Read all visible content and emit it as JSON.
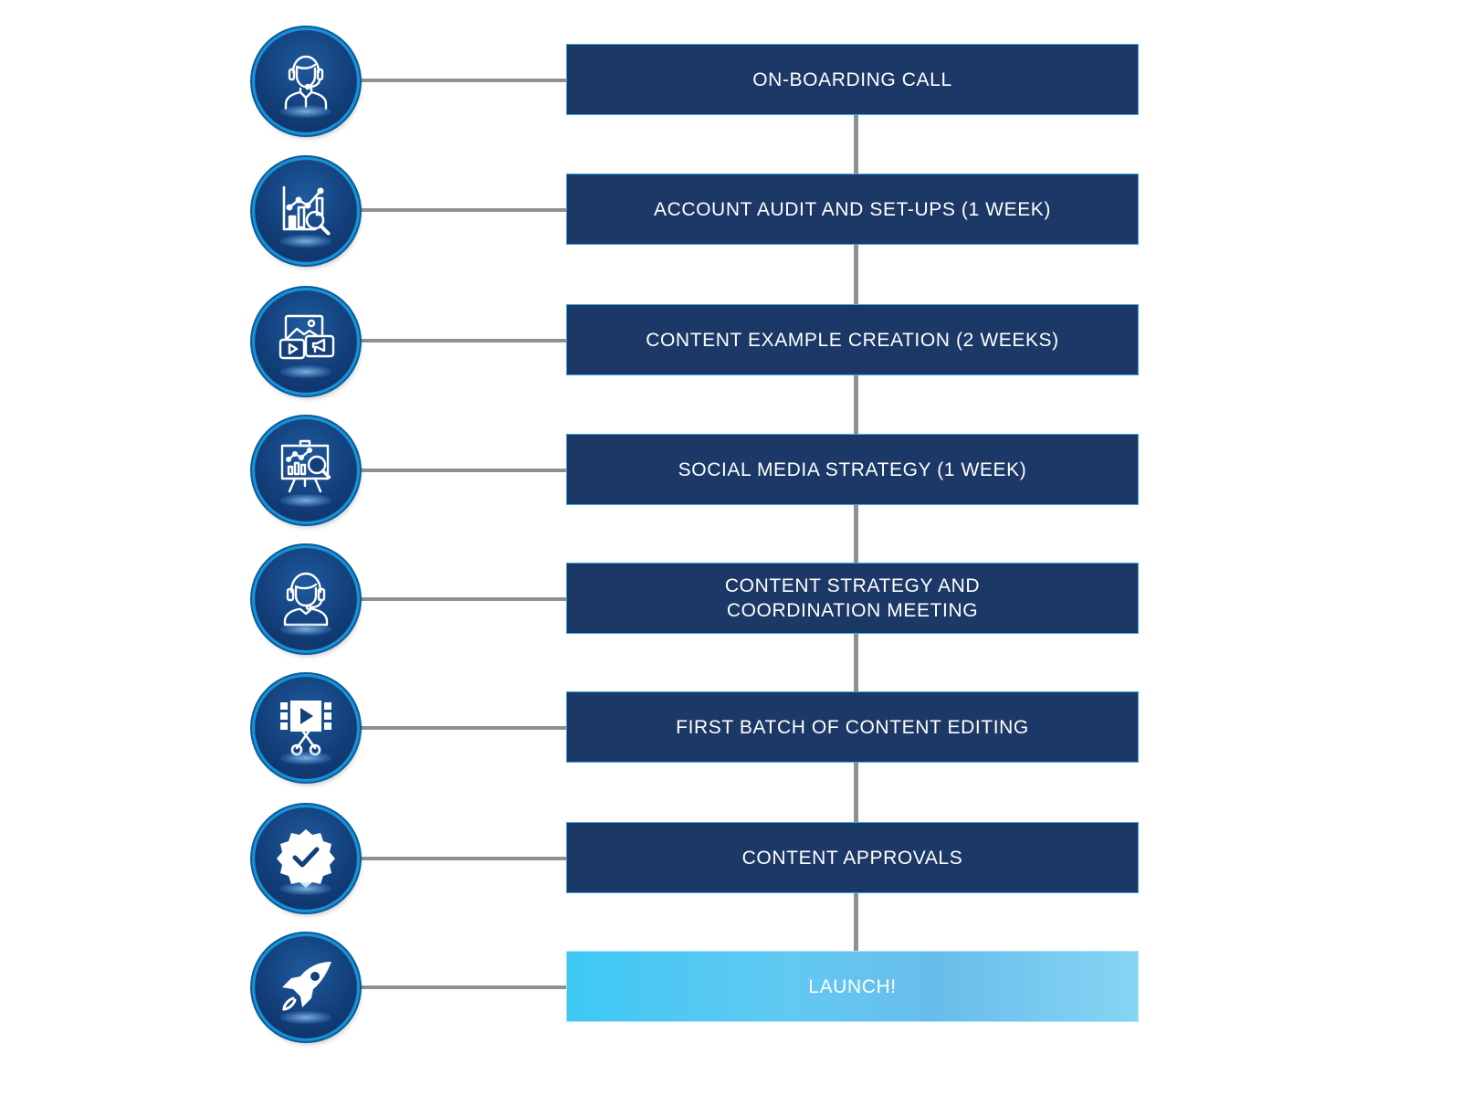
{
  "diagram": {
    "title": "",
    "colors": {
      "step_box": "#1b3866",
      "step_border": "#3aa6e0",
      "connector": "#8c9191",
      "launch_gradient_start": "#3ec8f4",
      "launch_gradient_end": "#86d5f4",
      "icon_badge": "#133f7a",
      "icon_ring": "#1592d8"
    },
    "steps": [
      {
        "label": "ON-BOARDING CALL",
        "icon": "headset-agent-icon"
      },
      {
        "label": "ACCOUNT AUDIT AND SET-UPS (1 WEEK)",
        "icon": "chart-magnifier-icon"
      },
      {
        "label": "CONTENT EXAMPLE CREATION (2 WEEKS)",
        "icon": "media-content-icon"
      },
      {
        "label": "SOCIAL MEDIA STRATEGY (1 WEEK)",
        "icon": "presentation-analysis-icon"
      },
      {
        "label": "CONTENT STRATEGY AND\nCOORDINATION MEETING",
        "icon": "headset-agent-icon"
      },
      {
        "label": "FIRST BATCH OF CONTENT EDITING",
        "icon": "video-edit-scissors-icon"
      },
      {
        "label": "CONTENT APPROVALS",
        "icon": "approval-badge-icon"
      },
      {
        "label": "LAUNCH!",
        "icon": "rocket-icon"
      }
    ]
  }
}
